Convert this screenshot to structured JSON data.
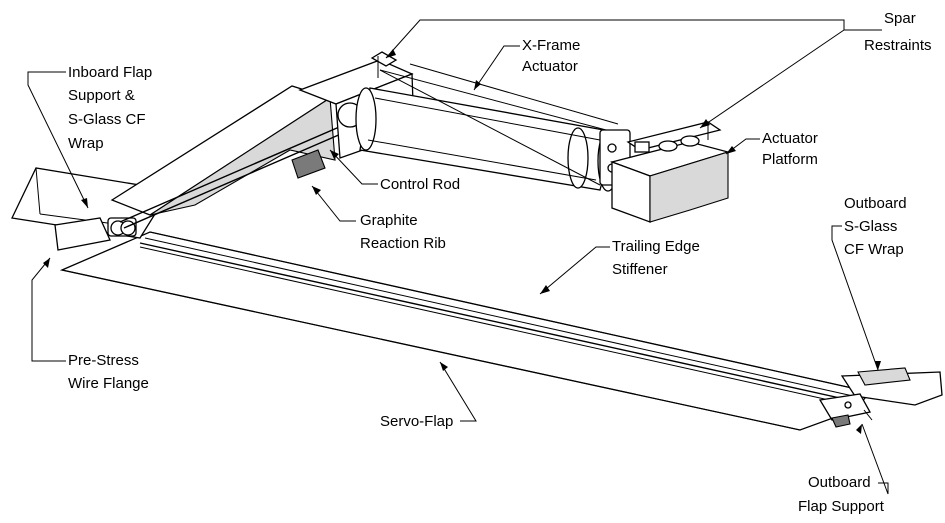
{
  "labels": {
    "spar_restraints": [
      "Spar",
      "Restraints"
    ],
    "x_frame_actuator": [
      "X-Frame",
      "Actuator"
    ],
    "inboard_flap_support": [
      "Inboard Flap",
      "Support &",
      "S-Glass CF",
      "Wrap"
    ],
    "actuator_platform": [
      "Actuator",
      "Platform"
    ],
    "control_rod": "Control Rod",
    "graphite_reaction_rib": [
      "Graphite",
      "Reaction Rib"
    ],
    "trailing_edge_stiffener": [
      "Trailing Edge",
      "Stiffener"
    ],
    "outboard_s_glass_wrap": [
      "Outboard",
      "S-Glass",
      "CF Wrap"
    ],
    "pre_stress_wire_flange": [
      "Pre-Stress",
      "Wire Flange"
    ],
    "servo_flap": "Servo-Flap",
    "outboard_flap_support": [
      "Outboard",
      "Flap Support"
    ]
  }
}
